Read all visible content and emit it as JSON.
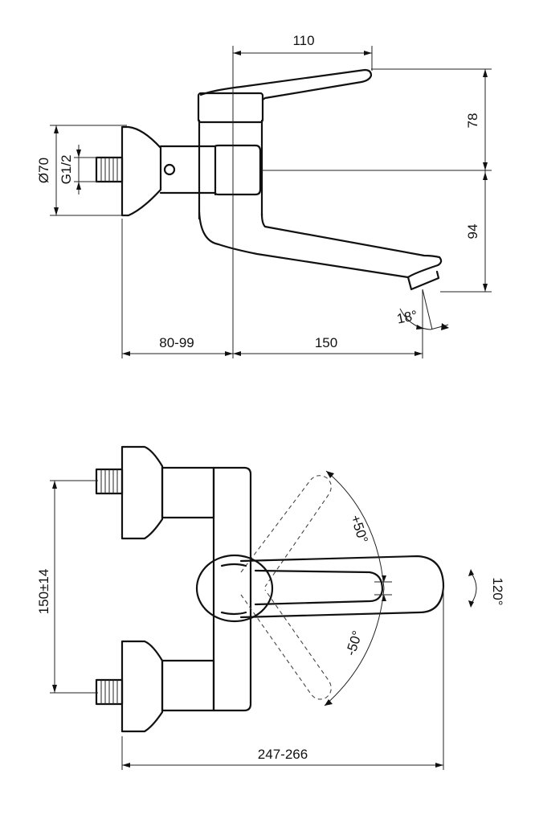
{
  "side_view": {
    "dim_lever_length": "110",
    "dim_lever_height": "78",
    "dim_spout_height": "94",
    "dim_flange_diameter": "Ø70",
    "dim_thread": "G1/2",
    "dim_wall_offset": "80-99",
    "dim_spout_reach": "150",
    "dim_jet_angle": "18°"
  },
  "top_view": {
    "dim_inlet_spacing": "150±14",
    "dim_lever_swing_plus": "+50°",
    "dim_lever_swing_minus": "-50°",
    "dim_spout_rotation": "120°",
    "dim_total_depth": "247-266"
  }
}
